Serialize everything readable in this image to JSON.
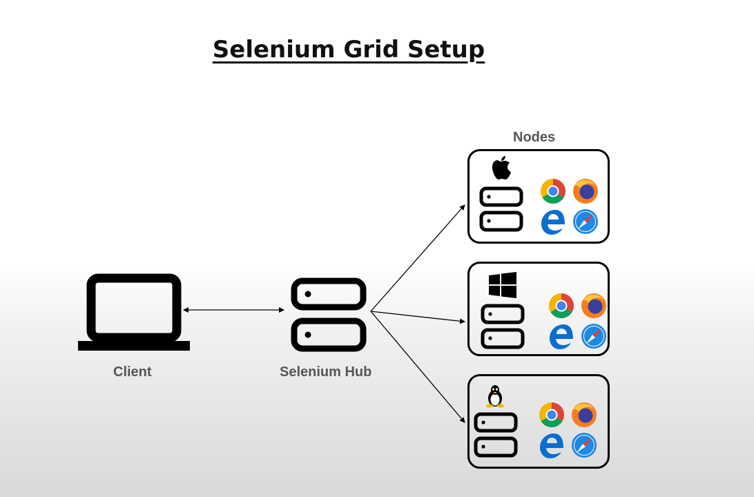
{
  "title": "Selenium Grid Setup",
  "labels": {
    "client": "Client",
    "hub": "Selenium Hub",
    "nodes": "Nodes"
  },
  "nodes": [
    {
      "os_icon": "apple-icon",
      "browsers": [
        "chrome-icon",
        "firefox-icon",
        "edge-icon",
        "safari-icon"
      ]
    },
    {
      "os_icon": "windows-icon",
      "browsers": [
        "chrome-icon",
        "firefox-icon",
        "edge-icon",
        "safari-icon"
      ]
    },
    {
      "os_icon": "linux-icon",
      "browsers": [
        "chrome-icon",
        "firefox-icon",
        "edge-icon",
        "safari-icon"
      ]
    }
  ],
  "colors": {
    "text": "#555555",
    "chrome_red": "#DB4437",
    "chrome_yellow": "#F4B400",
    "chrome_green": "#0F9D58",
    "chrome_blue": "#4285F4",
    "edge_blue": "#0A6ED1",
    "firefox_orange": "#F57C1F",
    "firefox_purple": "#3B3F9C",
    "safari_blue": "#1E88E5"
  }
}
